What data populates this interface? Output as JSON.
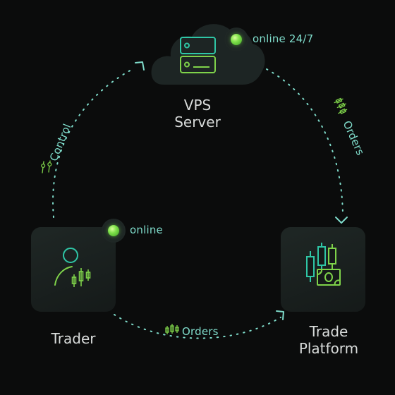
{
  "nodes": {
    "server": {
      "label": "VPS\nServer",
      "status": "online 24/7"
    },
    "trader": {
      "label": "Trader",
      "status": "online"
    },
    "platform": {
      "label": "Trade\nPlatform"
    }
  },
  "edges": {
    "server_to_platform": "Orders",
    "trader_to_platform": "Orders",
    "trader_to_server": "Control"
  },
  "colors": {
    "accent_teal": "#2fc6a6",
    "accent_green": "#7fd34a",
    "status_green": "#7fe14a",
    "line_dots": "#7fdccb"
  },
  "icons": [
    "server-icon",
    "user-icon",
    "candlestick-chart-icon",
    "money-icon",
    "sliders-icon",
    "status-online-icon",
    "arrow-head-icon"
  ]
}
